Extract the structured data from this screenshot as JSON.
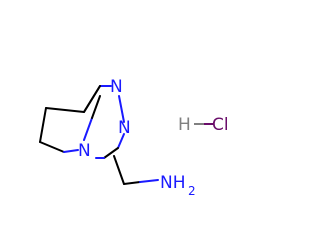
{
  "colors": {
    "nitrogen": "#1a1aff",
    "hydrogen": "#808080",
    "chlorine": "#6a0d6a",
    "carbon": "#000000"
  },
  "atoms": {
    "n1": "N",
    "n2": "N",
    "n4": "N",
    "amine": "NH",
    "amine_sub": "2",
    "hcl_h": "H",
    "hcl_cl": "Cl"
  }
}
